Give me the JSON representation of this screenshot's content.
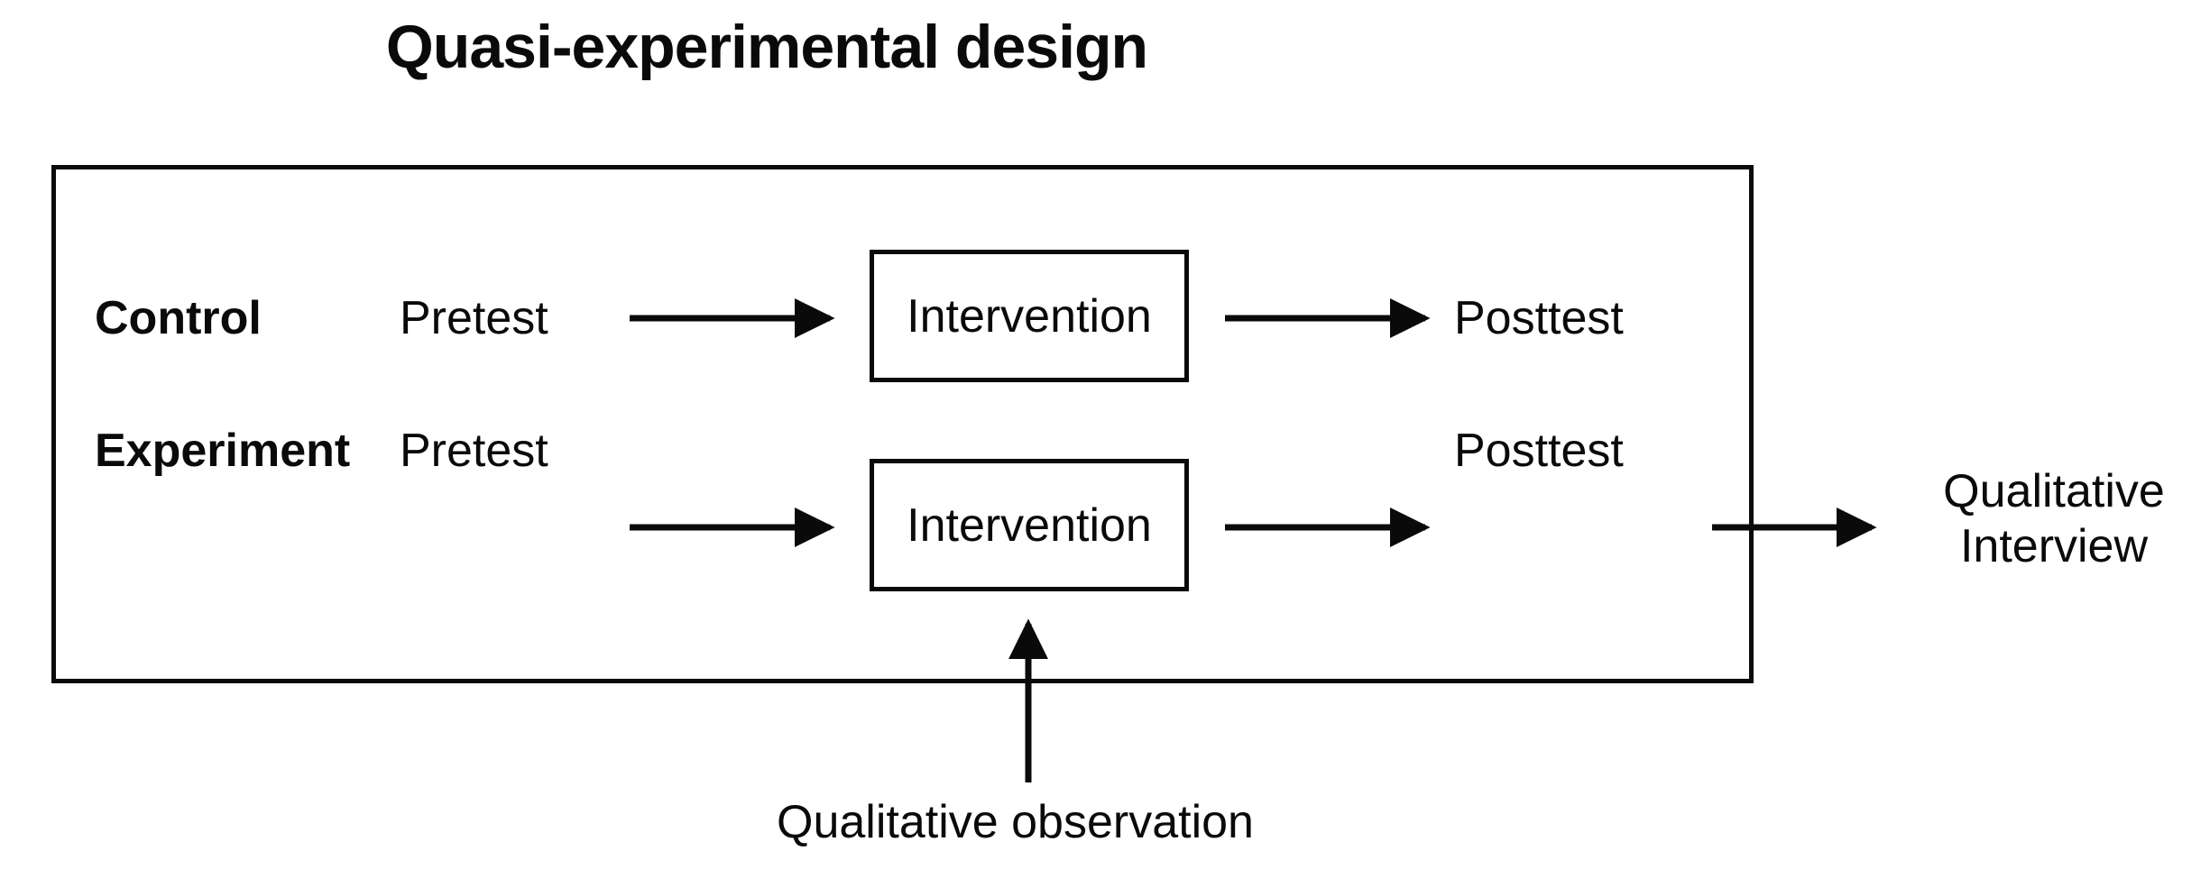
{
  "title": "Quasi-experimental design",
  "frame": {
    "label": "design-frame"
  },
  "rows": [
    {
      "group_label": "Control",
      "pretest": "Pretest",
      "intervention": "Intervention",
      "posttest": "Posttest"
    },
    {
      "group_label": "Experiment",
      "pretest": "Pretest",
      "intervention": "Intervention",
      "posttest": "Posttest"
    }
  ],
  "outcome": {
    "line1": "Qualitative",
    "line2": "Interview",
    "full": "Qualitative Interview"
  },
  "annotation": {
    "bottom": "Qualitative observation"
  },
  "colors": {
    "ink": "#0a0a0a",
    "background": "#ffffff"
  },
  "icons": {
    "arrow_right": "right-arrow-icon",
    "arrow_up": "up-arrow-icon"
  }
}
